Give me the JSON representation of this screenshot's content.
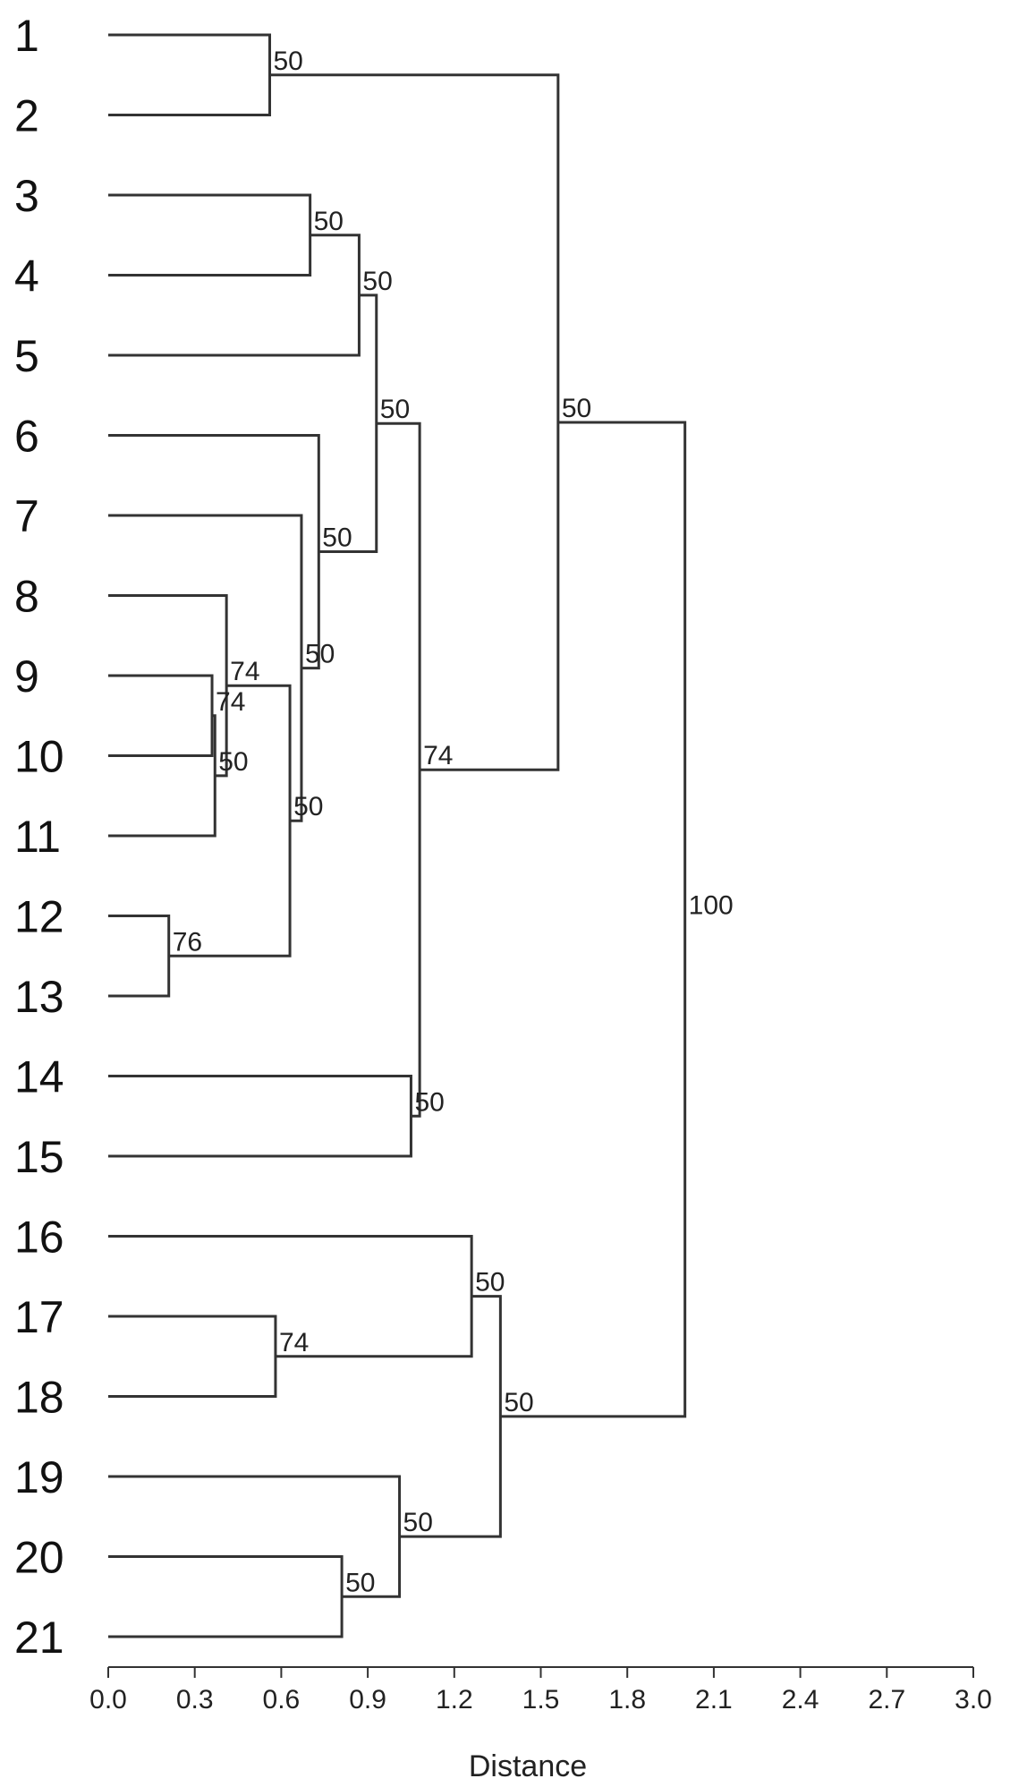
{
  "chart_data": {
    "type": "dendrogram",
    "xlabel": "Distance",
    "xlim": [
      0,
      3.0
    ],
    "xticks": [
      "0.0",
      "0.3",
      "0.6",
      "0.9",
      "1.2",
      "1.5",
      "1.8",
      "2.1",
      "2.4",
      "2.7",
      "3.0"
    ],
    "leaves": [
      "1",
      "2",
      "3",
      "4",
      "5",
      "6",
      "7",
      "8",
      "9",
      "10",
      "11",
      "12",
      "13",
      "14",
      "15",
      "16",
      "17",
      "18",
      "19",
      "20",
      "21"
    ],
    "nodes": [
      {
        "id": "n1",
        "children": [
          "1",
          "2"
        ],
        "height": 0.56,
        "support": "50"
      },
      {
        "id": "n2",
        "children": [
          "3",
          "4"
        ],
        "height": 0.7,
        "support": "50"
      },
      {
        "id": "n3",
        "children": [
          "n2",
          "5"
        ],
        "height": 0.87,
        "support": "50"
      },
      {
        "id": "n4",
        "children": [
          "9",
          "10"
        ],
        "height": 0.36,
        "support": "74"
      },
      {
        "id": "n5",
        "children": [
          "n4",
          "11"
        ],
        "height": 0.37,
        "support": "50"
      },
      {
        "id": "n6",
        "children": [
          "8",
          "n5"
        ],
        "height": 0.41,
        "support": "74"
      },
      {
        "id": "n7",
        "children": [
          "12",
          "13"
        ],
        "height": 0.21,
        "support": "76"
      },
      {
        "id": "n8",
        "children": [
          "n6",
          "n7"
        ],
        "height": 0.63,
        "support": "50"
      },
      {
        "id": "n9",
        "children": [
          "7",
          "n8"
        ],
        "height": 0.67,
        "support": "50"
      },
      {
        "id": "n10",
        "children": [
          "6",
          "n9"
        ],
        "height": 0.73,
        "support": "50"
      },
      {
        "id": "n11",
        "children": [
          "n3",
          "n10"
        ],
        "height": 0.93,
        "support": "50"
      },
      {
        "id": "n12",
        "children": [
          "14",
          "15"
        ],
        "height": 1.05,
        "support": "50"
      },
      {
        "id": "n13",
        "children": [
          "n11",
          "n12"
        ],
        "height": 1.08,
        "support": "74"
      },
      {
        "id": "n14",
        "children": [
          "n1",
          "n13"
        ],
        "height": 1.56,
        "support": "50"
      },
      {
        "id": "n15",
        "children": [
          "17",
          "18"
        ],
        "height": 0.58,
        "support": "74"
      },
      {
        "id": "n16",
        "children": [
          "16",
          "n15"
        ],
        "height": 1.26,
        "support": "50"
      },
      {
        "id": "n17",
        "children": [
          "20",
          "21"
        ],
        "height": 0.81,
        "support": "50"
      },
      {
        "id": "n18",
        "children": [
          "19",
          "n17"
        ],
        "height": 1.01,
        "support": "50"
      },
      {
        "id": "n19",
        "children": [
          "n16",
          "n18"
        ],
        "height": 1.36,
        "support": "50"
      },
      {
        "id": "n20",
        "children": [
          "n14",
          "n19"
        ],
        "height": 2.0,
        "support": "100"
      }
    ]
  }
}
